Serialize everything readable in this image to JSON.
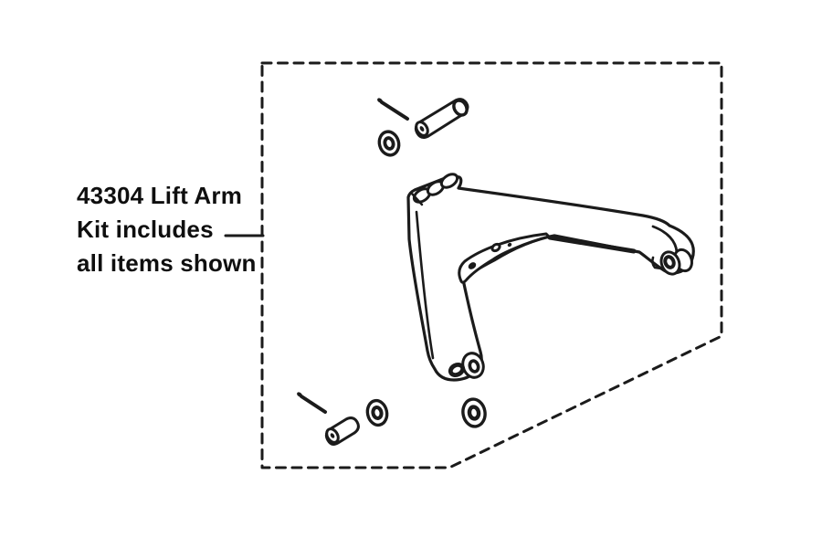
{
  "colors": {
    "background": "#ffffff",
    "ink": "#1b1b1b"
  },
  "callout": {
    "line1": "43304 Lift Arm",
    "line2": "Kit includes",
    "line3": "all items shown",
    "full_text": "43304 Lift Arm Kit includes all items shown"
  },
  "diagram": {
    "type": "parts-illustration",
    "kit_number": "43304",
    "boundary_style": "dashed",
    "parts": [
      "cotter-pin-top",
      "clevis-pin-top",
      "washer-top",
      "lift-arm-assembly",
      "cotter-pin-bottom",
      "clevis-pin-bottom",
      "washer-bottom-left",
      "washer-bottom-right"
    ]
  }
}
